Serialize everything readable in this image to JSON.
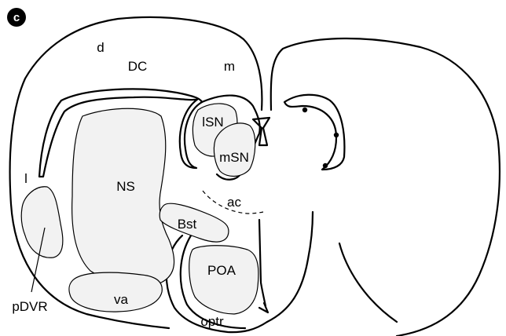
{
  "panel_letter": "c",
  "labels": {
    "d": "d",
    "DC": "DC",
    "m": "m",
    "lSN": "lSN",
    "mSN": "mSN",
    "NS": "NS",
    "l": "l",
    "ac": "ac",
    "Bst": "Bst",
    "POA": "POA",
    "pDVR": "pDVR",
    "va": "va",
    "optr": "optr"
  },
  "colors": {
    "stroke": "#000000",
    "region_fill": "#f2f2f2",
    "background": "#ffffff"
  }
}
